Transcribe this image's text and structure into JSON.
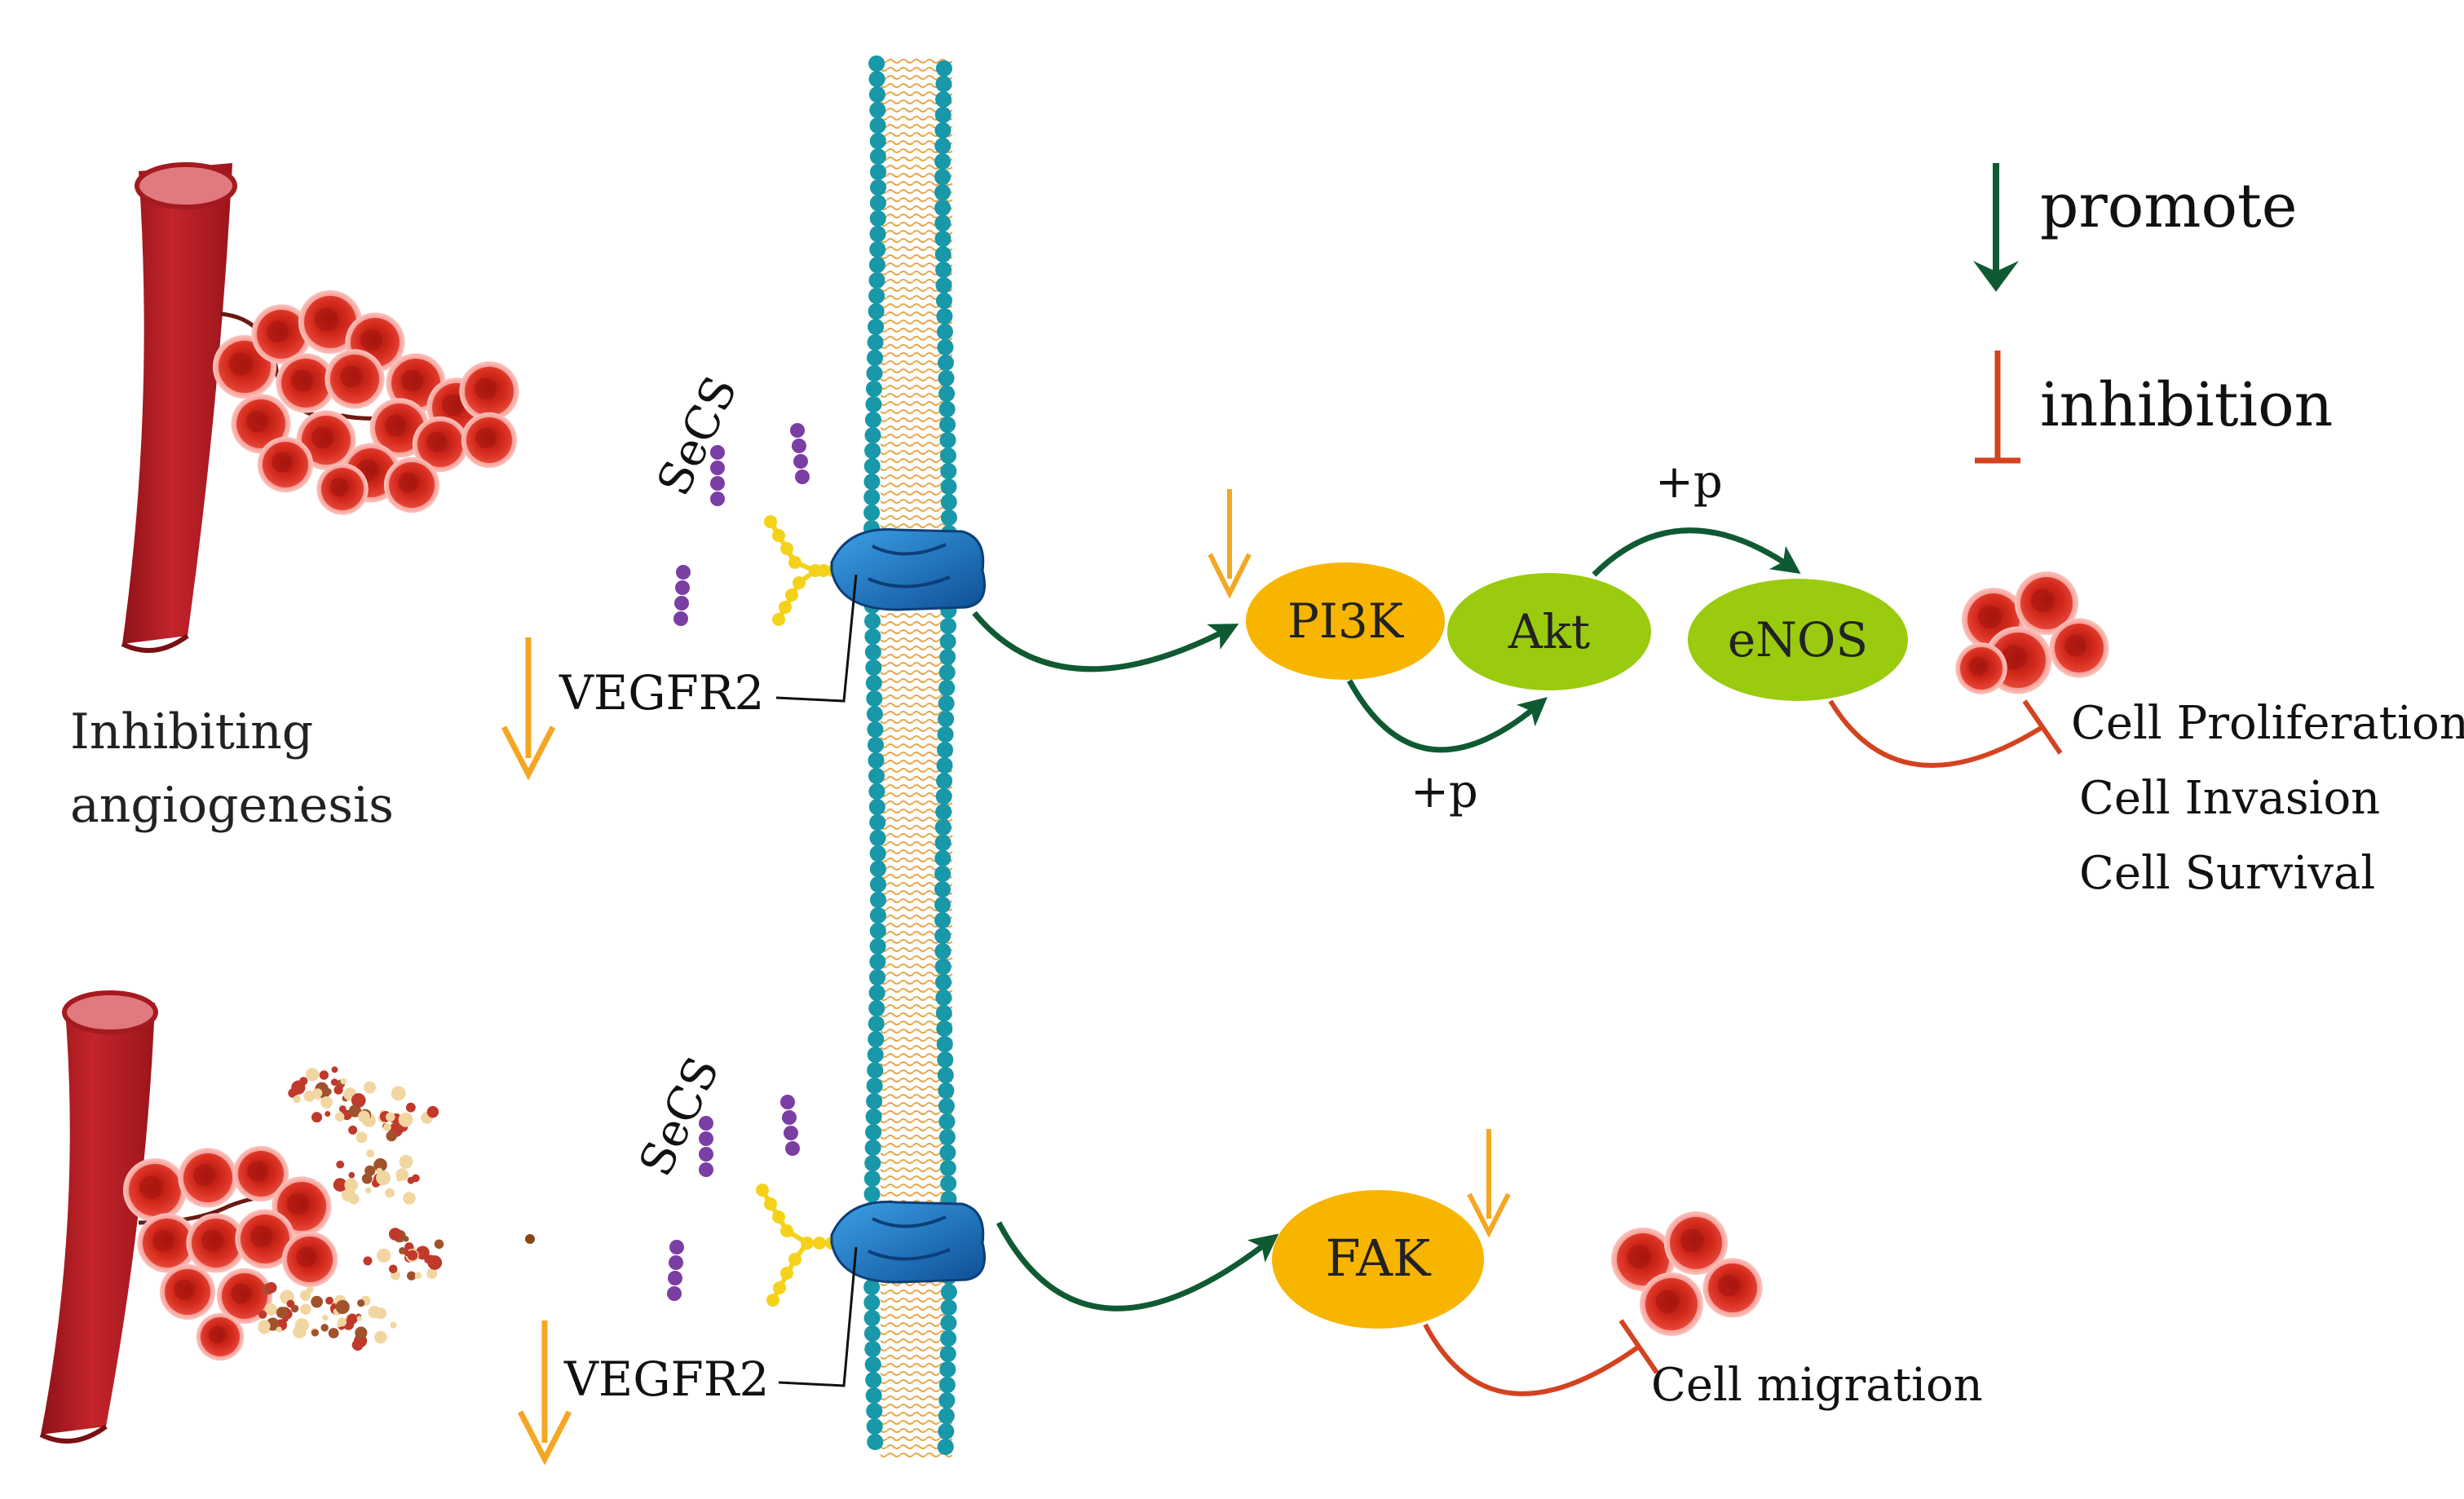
{
  "legend": {
    "promote_label": "promote",
    "inhibition_label": "inhibition"
  },
  "left_caption": {
    "line1": "Inhibiting",
    "line2": "angiogenesis"
  },
  "ligand_label": "SeCS",
  "receptor_label": "VEGFR2",
  "nodes": {
    "pi3k": "PI3K",
    "akt": "Akt",
    "enos": "eNOS",
    "fak": "FAK"
  },
  "phospho_label": "+p",
  "outcomes_top": [
    "Cell Proliferation",
    "Cell Invasion",
    "Cell Survival"
  ],
  "outcome_bottom": "Cell migration",
  "colors": {
    "promote": "#0f5a32",
    "inhibit": "#d4431f",
    "decrease": "#f5a623",
    "node_yellow": "#f7b500",
    "node_green": "#9acb0f",
    "membrane_head": "#1898a8",
    "membrane_tail": "#e8a64a",
    "vessel": "#b81c22",
    "tumor_cell": "#d42a1c",
    "tumor_halo": "#f4837a",
    "ligand_purple": "#7b3ea3",
    "receptor_blue": "#1a73c4",
    "ligand_yellow": "#f5d21a"
  }
}
